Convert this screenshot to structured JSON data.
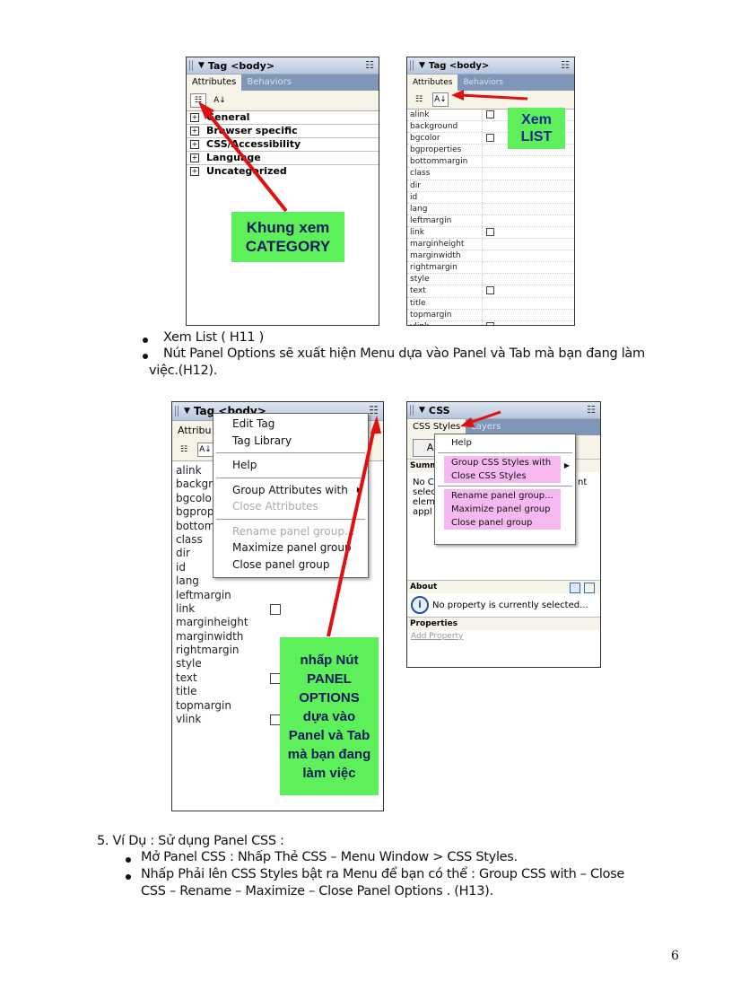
{
  "figure1": {
    "left_panel": {
      "title": "Tag <body>",
      "tabs": [
        "Attributes",
        "Behaviors"
      ],
      "categories": [
        "General",
        "Browser specific",
        "CSS/Accessibility",
        "Language",
        "Uncategorized"
      ],
      "callout": "Khung xem CATEGORY",
      "callout_lines": [
        "Khung xem",
        "CATEGORY"
      ]
    },
    "right_panel": {
      "title": "Tag <body>",
      "tabs": [
        "Attributes",
        "Behaviors"
      ],
      "attributes": [
        {
          "name": "alink",
          "checkbox": true
        },
        {
          "name": "background",
          "checkbox": false
        },
        {
          "name": "bgcolor",
          "checkbox": true
        },
        {
          "name": "bgproperties",
          "checkbox": false
        },
        {
          "name": "bottommargin",
          "checkbox": false
        },
        {
          "name": "class",
          "checkbox": false
        },
        {
          "name": "dir",
          "checkbox": false
        },
        {
          "name": "id",
          "checkbox": false
        },
        {
          "name": "lang",
          "checkbox": false
        },
        {
          "name": "leftmargin",
          "checkbox": false
        },
        {
          "name": "link",
          "checkbox": true
        },
        {
          "name": "marginheight",
          "checkbox": false
        },
        {
          "name": "marginwidth",
          "checkbox": false
        },
        {
          "name": "rightmargin",
          "checkbox": false
        },
        {
          "name": "style",
          "checkbox": false
        },
        {
          "name": "text",
          "checkbox": true
        },
        {
          "name": "title",
          "checkbox": false
        },
        {
          "name": "topmargin",
          "checkbox": false
        },
        {
          "name": "vlink",
          "checkbox": true
        }
      ],
      "callout_lines": [
        "Xem",
        "LIST"
      ]
    }
  },
  "body_text": {
    "bullet1": "Xem List ( H11 )",
    "bullet2_line1": "Nút Panel Options sẽ xuất hiện Menu dựa vào Panel và Tab mà bạn đang làm",
    "bullet2_line2": "việc.(H12)."
  },
  "figure2": {
    "left_panel": {
      "title": "Tag <body>",
      "tab_visible": "Attribu",
      "attributes": [
        {
          "name": "alink",
          "checkbox": false
        },
        {
          "name": "backgro",
          "checkbox": false
        },
        {
          "name": "bgcolor",
          "checkbox": false
        },
        {
          "name": "bgprop",
          "checkbox": false
        },
        {
          "name": "bottom",
          "checkbox": false
        },
        {
          "name": "class",
          "checkbox": false
        },
        {
          "name": "dir",
          "checkbox": false
        },
        {
          "name": "id",
          "checkbox": false
        },
        {
          "name": "lang",
          "checkbox": false
        },
        {
          "name": "leftmargin",
          "checkbox": false
        },
        {
          "name": "link",
          "checkbox": true
        },
        {
          "name": "marginheight",
          "checkbox": false
        },
        {
          "name": "marginwidth",
          "checkbox": false
        },
        {
          "name": "rightmargin",
          "checkbox": false
        },
        {
          "name": "style",
          "checkbox": false
        },
        {
          "name": "text",
          "checkbox": true
        },
        {
          "name": "title",
          "checkbox": false
        },
        {
          "name": "topmargin",
          "checkbox": false
        },
        {
          "name": "vlink",
          "checkbox": true
        }
      ],
      "menu": {
        "items": [
          {
            "label": "Edit Tag",
            "disabled": false
          },
          {
            "label": "Tag Library",
            "disabled": false
          },
          {
            "label": "Help",
            "disabled": false
          },
          {
            "label": "Group Attributes with",
            "disabled": false,
            "submenu": true
          },
          {
            "label": "Close Attributes",
            "disabled": true
          },
          {
            "label": "Rename panel group...",
            "disabled": true
          },
          {
            "label": "Maximize panel group",
            "disabled": false
          },
          {
            "label": "Close panel group",
            "disabled": false
          }
        ]
      },
      "callout_lines": [
        "nhấp Nút",
        "PANEL",
        "OPTIONS",
        "dựa vào",
        "Panel và Tab",
        "mà bạn đang",
        "làm việc"
      ]
    },
    "right_panel": {
      "title": "CSS",
      "tabs": [
        "CSS Styles",
        "Layers"
      ],
      "button_visible": "Al",
      "summary_label": "Summ",
      "summary_text_lines": [
        "No C",
        "selec",
        "elem",
        "appl"
      ],
      "summary_trailing": "nt",
      "menu": {
        "items": [
          {
            "label": "Help"
          },
          {
            "label": "Group CSS Styles with",
            "submenu": true
          },
          {
            "label": "Close CSS Styles"
          },
          {
            "label": "Rename panel group..."
          },
          {
            "label": "Maximize panel group"
          },
          {
            "label": "Close panel group"
          }
        ]
      },
      "about_label": "About",
      "about_text": "No property is currently selected...",
      "properties_label": "Properties",
      "add_property": "Add Property"
    }
  },
  "section5": {
    "heading": "5.  Ví Dụ : Sử dụng Panel CSS :",
    "bullet1": "Mở Panel CSS : Nhấp Thẻ CSS – Menu Window > CSS Styles.",
    "bullet2_line1": "Nhấp Phải lên CSS Styles bật ra Menu để bạn có thể : Group CSS with – Close",
    "bullet2_line2": "CSS – Rename – Maximize – Close Panel Options . (H13)."
  },
  "page_number": "6",
  "colors": {
    "callout_green": "#5ef05a",
    "arrow_red": "#e01010",
    "menu_highlight_pink": "#f5b8f0",
    "panel_header": "#b9c6dc",
    "tab_bar": "#7f96b8"
  }
}
